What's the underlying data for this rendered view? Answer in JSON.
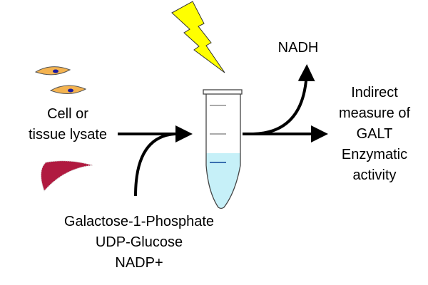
{
  "labels": {
    "input": [
      "Cell or",
      "tissue lysate"
    ],
    "substrates": [
      "Galactose-1-Phosphate",
      "UDP-Glucose",
      "NADP+"
    ],
    "product": "NADH",
    "result": [
      "Indirect",
      "measure of",
      "GALT",
      "Enzymatic",
      "activity"
    ]
  },
  "colors": {
    "bolt": "#ffff00",
    "cell": "#f4b350",
    "nucleus": "#1a1aa0",
    "tissue": "#b01a40",
    "liquid": "#c6f0f8",
    "marker_grey": "#aaaaaa",
    "marker_blue": "#3a70b0"
  }
}
